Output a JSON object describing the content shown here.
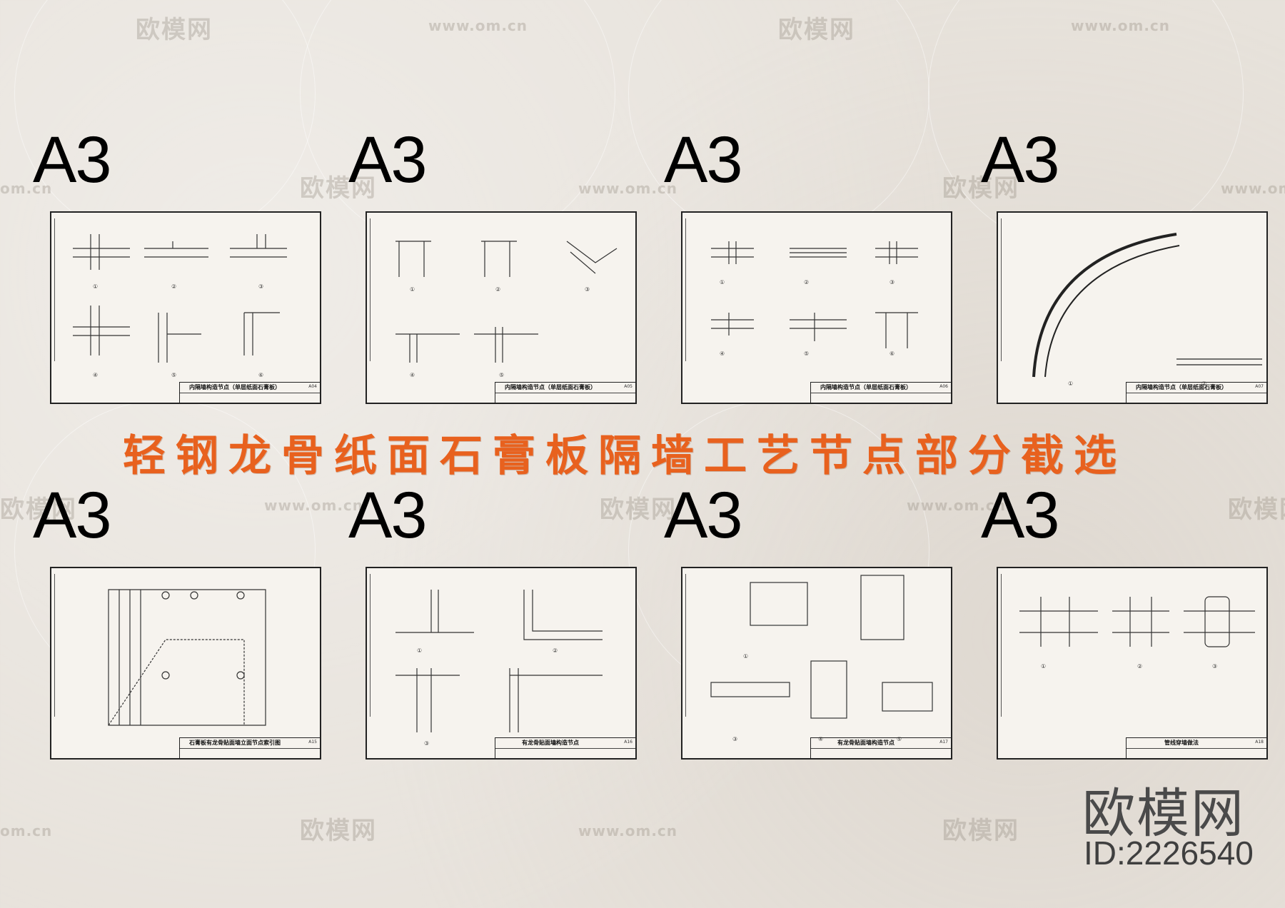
{
  "watermarks": {
    "logo": "欧模网",
    "url": "www.om.cn",
    "url_short": "om.cn"
  },
  "size_label": "A3",
  "sheets": [
    {
      "title": "内隔墙构造节点（单层纸面石膏板）",
      "number": "A04"
    },
    {
      "title": "内隔墙构造节点（单层纸面石膏板）",
      "number": "A05"
    },
    {
      "title": "内隔墙构造节点（单层纸面石膏板）",
      "number": "A06"
    },
    {
      "title": "内隔墙构造节点（单层纸面石膏板）",
      "number": "A07"
    },
    {
      "title": "石膏板有龙骨贴面墙立面节点索引图",
      "number": "A15"
    },
    {
      "title": "有龙骨贴面墙构造节点",
      "number": "A16"
    },
    {
      "title": "有龙骨贴面墙构造节点",
      "number": "A17"
    },
    {
      "title": "管线穿墙做法",
      "number": "A18"
    }
  ],
  "banner": "轻钢龙骨纸面石膏板隔墙工艺节点部分截选",
  "brand": {
    "logo": "欧模网",
    "id": "ID:2226540"
  }
}
